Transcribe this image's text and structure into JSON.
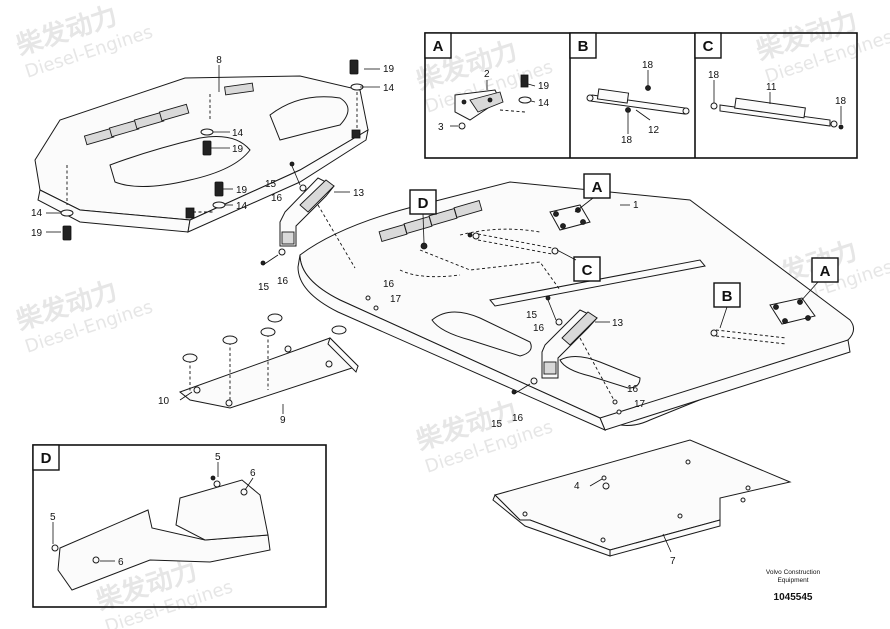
{
  "watermark": {
    "brand_cn": "柴发动力",
    "brand_en": "Diesel-Engines"
  },
  "callouts": {
    "A": "A",
    "B": "B",
    "C": "C",
    "D": "D"
  },
  "part_numbers": {
    "p1": "1",
    "p2": "2",
    "p3": "3",
    "p4": "4",
    "p5": "5",
    "p6": "6",
    "p7": "7",
    "p8": "8",
    "p9": "9",
    "p10": "10",
    "p11": "11",
    "p12": "12",
    "p13": "13",
    "p14": "14",
    "p15": "15",
    "p16": "16",
    "p17": "17",
    "p18": "18",
    "p19": "19"
  },
  "footer": {
    "company_line1": "Volvo Construction",
    "company_line2": "Equipment",
    "drawing_number": "1045545"
  }
}
